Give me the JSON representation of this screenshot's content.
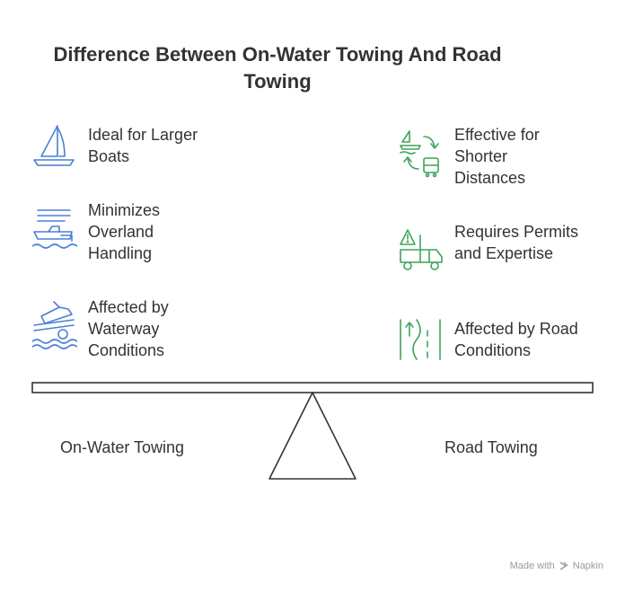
{
  "title": "Difference Between On-Water Towing And Road Towing",
  "left": {
    "label": "On-Water Towing",
    "color": "#4a7fd8",
    "items": [
      {
        "text": "Ideal for Larger Boats",
        "icon": "sailboat-icon"
      },
      {
        "text": "Minimizes Overland Handling",
        "icon": "motorboat-icon"
      },
      {
        "text": "Affected by Waterway Conditions",
        "icon": "boat-launch-icon"
      }
    ]
  },
  "right": {
    "label": "Road Towing",
    "color": "#3fa35a",
    "items": [
      {
        "text": "Effective for Shorter Distances",
        "icon": "boat-to-truck-cycle-icon"
      },
      {
        "text": "Requires Permits and Expertise",
        "icon": "truck-warning-icon"
      },
      {
        "text": "Affected by Road Conditions",
        "icon": "road-icon"
      }
    ]
  },
  "footer": {
    "made_with": "Made with",
    "brand": "Napkin"
  }
}
